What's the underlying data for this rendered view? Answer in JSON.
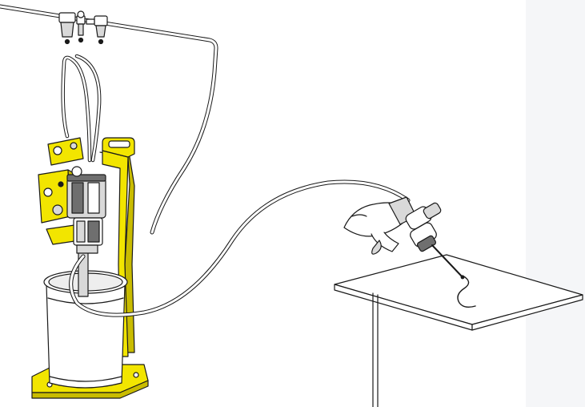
{
  "illustration": {
    "subject": "air-driven-dispensing-pump-with-hand-gun",
    "colors": {
      "accent": "#f2e500",
      "accent_shadow": "#c9bc00",
      "outline": "#1a1a1a",
      "metal": "#d9d9d9",
      "metal_dark": "#6f6f6f",
      "side_panel": "#f5f6f8"
    },
    "parts": [
      "air-supply-line",
      "filter-regulator-lubricator",
      "air-hose",
      "pump-controls",
      "air-motor",
      "fluid-pump",
      "pump-stand",
      "material-pail",
      "fluid-hose",
      "dispense-valve",
      "operator-hand",
      "work-table",
      "dispensed-bead"
    ]
  }
}
